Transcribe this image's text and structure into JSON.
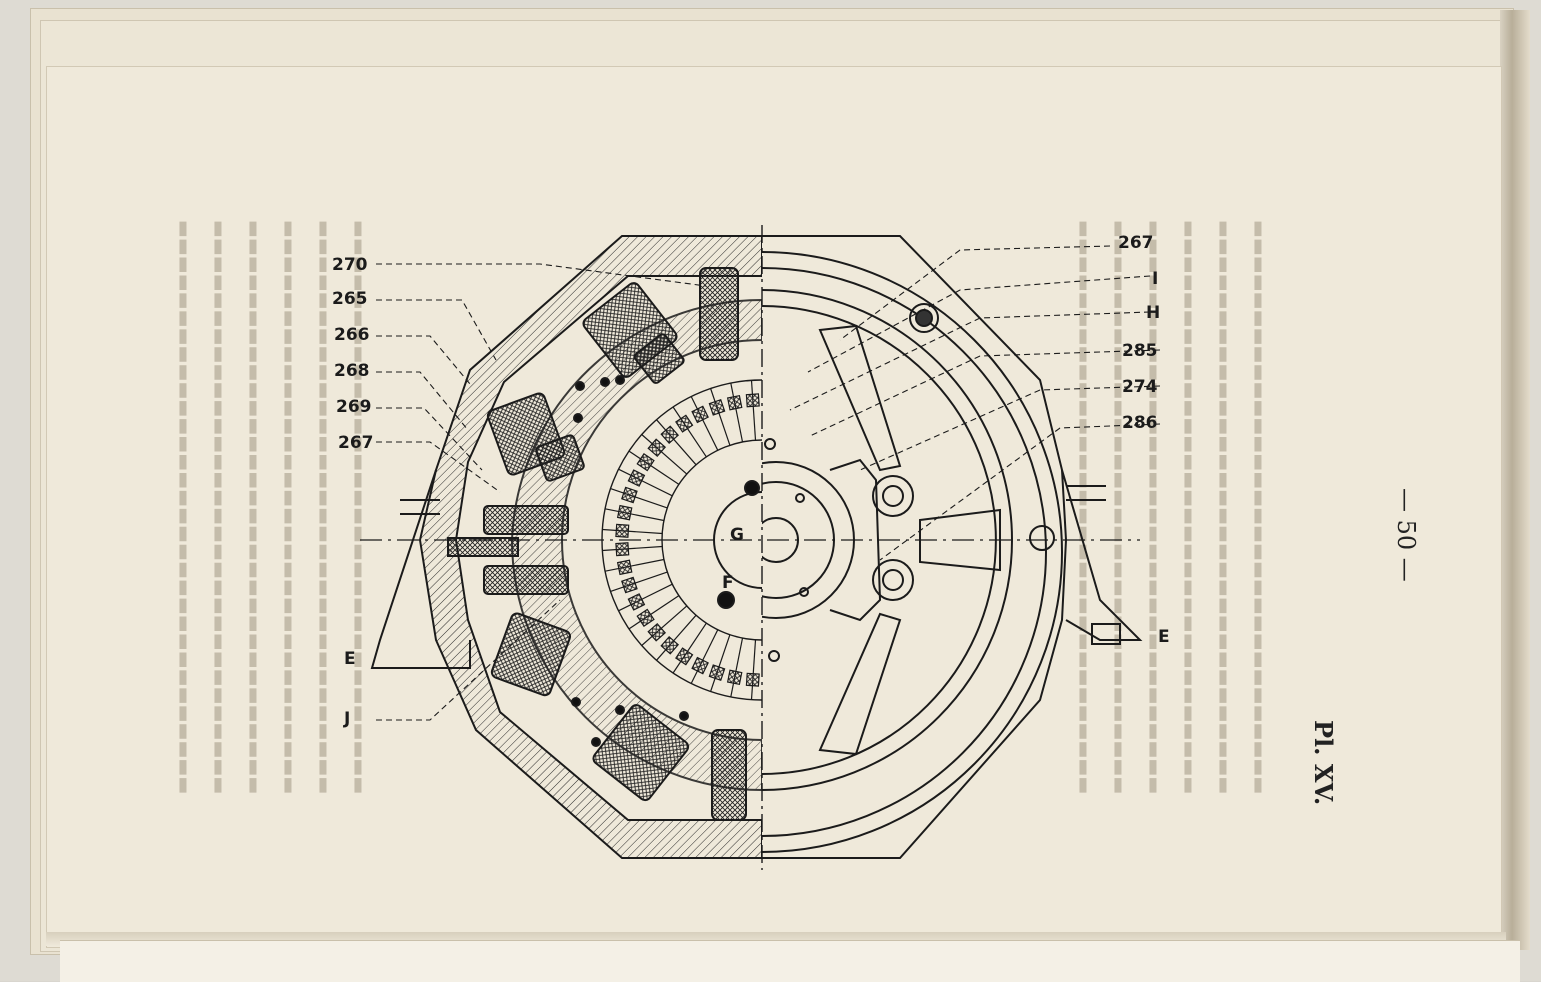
{
  "plate": {
    "title": "Pl. XV.",
    "page_number": "— 50 —"
  },
  "figure": {
    "left_labels": [
      "270",
      "265",
      "266",
      "268",
      "269",
      "267",
      "E",
      "J"
    ],
    "right_labels": [
      "267",
      "I",
      "H",
      "285",
      "274",
      "286",
      "E"
    ],
    "inner_labels": [
      "G",
      "F"
    ]
  },
  "colors": {
    "paper": "#efe9da",
    "ink": "#1b1b1b",
    "bleed_through": "#c4bcaa"
  }
}
